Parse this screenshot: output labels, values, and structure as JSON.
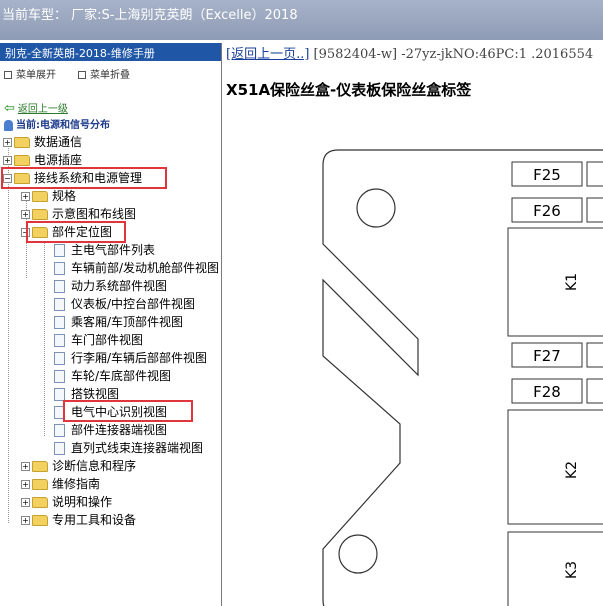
{
  "window": {
    "title": "当前车型： 厂家:S-上海别克英朗（Excelle）2018"
  },
  "sidebar": {
    "header": "别克-全新英朗-2018-维修手册",
    "expand_label": "菜单展开",
    "collapse_label": "菜单折叠",
    "back_label": "返回上一级",
    "current_label": "当前:电源和信号分布",
    "tree": {
      "data_comm": "数据通信",
      "power_outlet": "电源插座",
      "wiring": "接线系统和电源管理",
      "spec": "规格",
      "schematic": "示意图和布线图",
      "component_location": "部件定位图",
      "items": [
        "主电气部件列表",
        "车辆前部/发动机舱部件视图",
        "动力系统部件视图",
        "仪表板/中控台部件视图",
        "乘客厢/车顶部件视图",
        "车门部件视图",
        "行李厢/车辆后部部件视图",
        "车轮/车底部件视图",
        "搭铁视图",
        "电气中心识别视图",
        "部件连接器端视图",
        "直列式线束连接器端视图"
      ],
      "diagnostic": "诊断信息和程序",
      "repair": "维修指南",
      "description": "说明和操作",
      "special_tools": "专用工具和设备"
    }
  },
  "content": {
    "back_link": "[返回上一页..]",
    "breadcrumb_text": " [9582404-w] -27yz-jkNO:46PC:1 .2016554",
    "doc_title": "X51A保险丝盒-仪表板保险丝盒标签",
    "fuses": [
      "F25",
      "F26",
      "F27",
      "F28"
    ],
    "relays": [
      "K1",
      "K2",
      "K3"
    ]
  },
  "colors": {
    "highlight": "#e0353b",
    "sidebar_header": "#1f57a6",
    "titlebar": "#9aa6bf"
  }
}
